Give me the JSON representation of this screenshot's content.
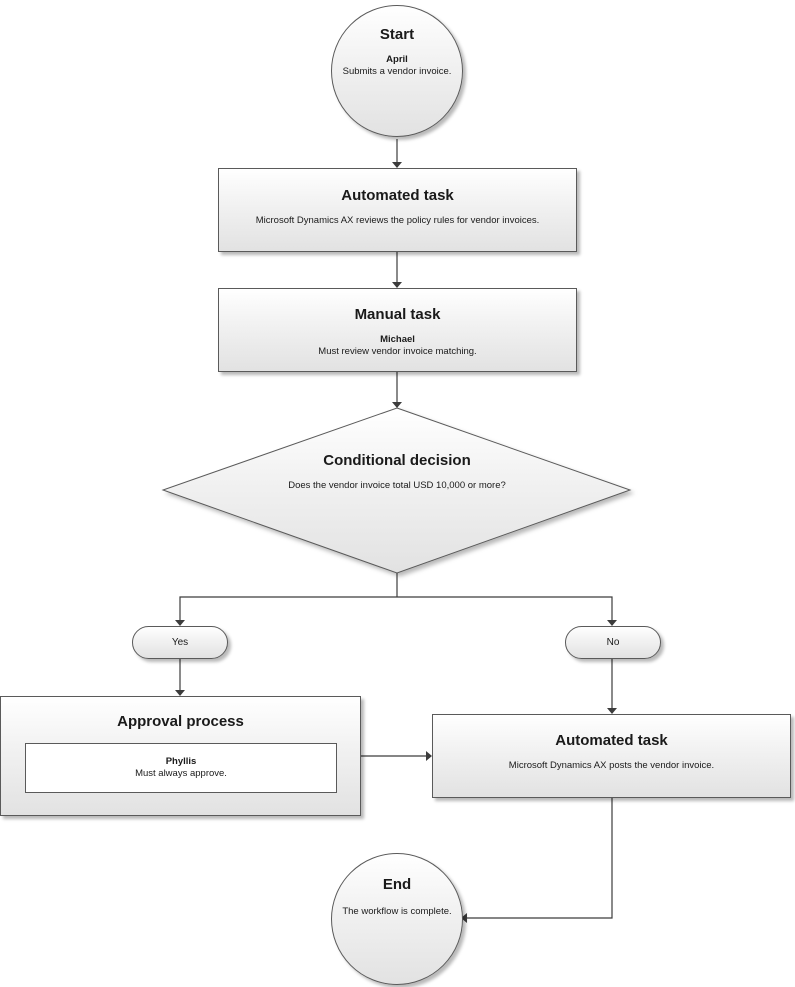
{
  "start": {
    "title": "Start",
    "actor": "April",
    "description": "Submits a vendor invoice."
  },
  "automated_task_1": {
    "title": "Automated task",
    "description": "Microsoft Dynamics AX reviews the policy rules for vendor invoices."
  },
  "manual_task": {
    "title": "Manual task",
    "actor": "Michael",
    "description": "Must review vendor invoice matching."
  },
  "decision": {
    "title": "Conditional decision",
    "description": "Does the vendor invoice total USD 10,000 or more?"
  },
  "yes_label": "Yes",
  "no_label": "No",
  "approval_process": {
    "title": "Approval process",
    "actor": "Phyllis",
    "description": "Must always approve."
  },
  "automated_task_2": {
    "title": "Automated task",
    "description": "Microsoft Dynamics AX posts the vendor invoice."
  },
  "end": {
    "title": "End",
    "description": "The workflow is complete."
  },
  "colors": {
    "stroke": "#5a5a5a",
    "fill_top": "#ffffff",
    "fill_bottom": "#e2e2e2",
    "connector": "#3c3c3c"
  }
}
